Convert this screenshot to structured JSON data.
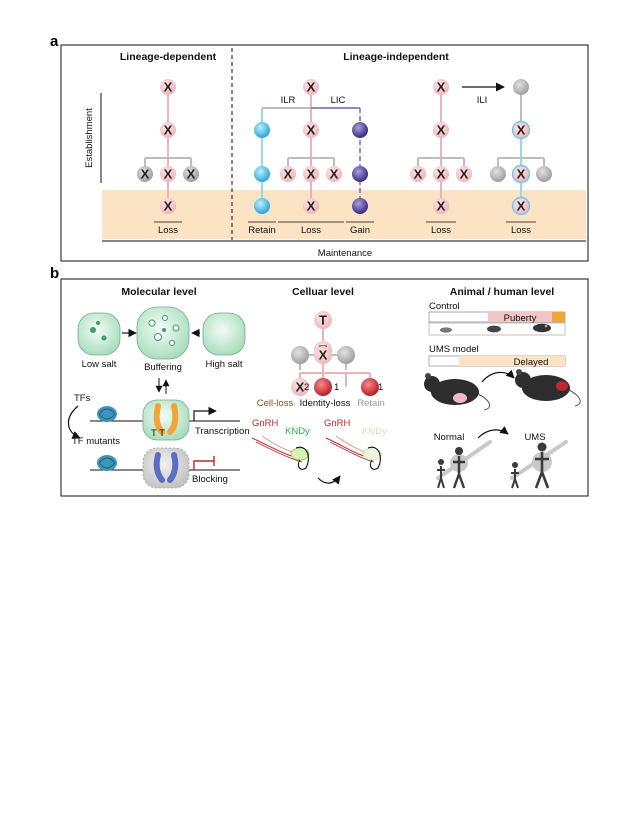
{
  "panel_a": {
    "letter": "a",
    "lineage_dependent": "Lineage-dependent",
    "lineage_independent": "Lineage-independent",
    "establishment": "Establishment",
    "maintenance": "Maintenance",
    "ilr": "ILR",
    "lic": "LIC",
    "ili": "ILI",
    "x_mark": "X",
    "outcomes": [
      "Loss",
      "Retain",
      "Loss",
      "Gain",
      "Loss",
      "Loss"
    ]
  },
  "panel_b": {
    "letter": "b",
    "molecular": {
      "title": "Molecular level",
      "low_salt": "Low salt",
      "buffering": "Buffering",
      "high_salt": "High salt",
      "tfs": "TFs",
      "tf_mutants": "TF mutants",
      "transcription": "Transcription",
      "blocking": "Blocking",
      "t_marks": "T T"
    },
    "cellular": {
      "title": "Celluar level",
      "t_mark": "T",
      "x_mark": "X",
      "count_cell_loss": "2",
      "count_identity_loss": "1",
      "count_retain": "1",
      "cell_loss": "Cell-loss",
      "identity_loss": "Identity-loss",
      "retain": "Retain",
      "gnrh": "GnRH",
      "kndy": "KNDy"
    },
    "animal": {
      "title": "Animal / human level",
      "control": "Control",
      "puberty": "Puberty",
      "ums_model": "UMS model",
      "delayed": "Delayed",
      "normal": "Normal",
      "ums": "UMS"
    }
  },
  "colors": {
    "pink_node": "#f2c4c6",
    "gray_node": "#b3b3b3",
    "blue_node": "#3fb7e8",
    "purple_node": "#4e3f9a",
    "maintenance_band": "#fbe3c4",
    "loss_red": "#c0272d"
  }
}
